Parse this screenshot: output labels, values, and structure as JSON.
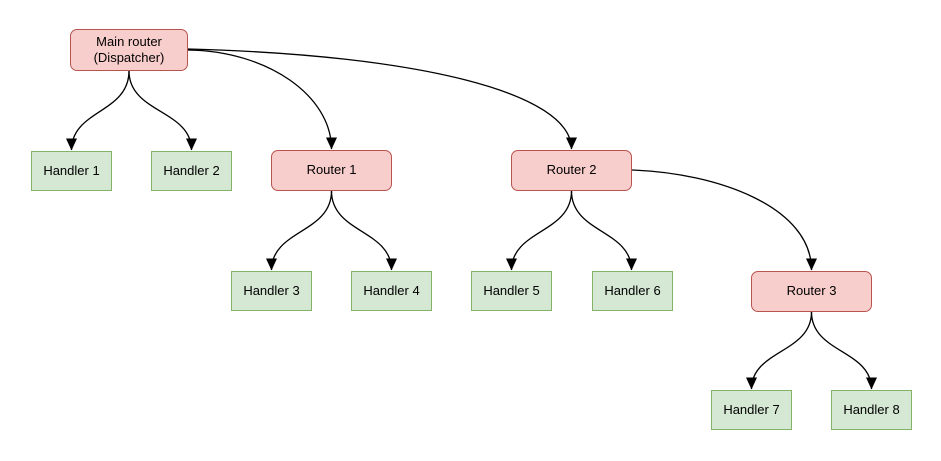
{
  "diagram": {
    "type": "flowchart-tree",
    "background": "#ffffff",
    "colors": {
      "router_fill": "#f8cecc",
      "router_stroke": "#b85450",
      "handler_fill": "#d5e8d4",
      "handler_stroke": "#82b366",
      "edge_stroke": "#000000",
      "text": "#000000"
    },
    "nodes": [
      {
        "id": "main-router",
        "label": "Main router (Dispatcher)",
        "type": "router"
      },
      {
        "id": "handler-1",
        "label": "Handler 1",
        "type": "handler"
      },
      {
        "id": "handler-2",
        "label": "Handler 2",
        "type": "handler"
      },
      {
        "id": "router-1",
        "label": "Router 1",
        "type": "router"
      },
      {
        "id": "router-2",
        "label": "Router 2",
        "type": "router"
      },
      {
        "id": "handler-3",
        "label": "Handler 3",
        "type": "handler"
      },
      {
        "id": "handler-4",
        "label": "Handler 4",
        "type": "handler"
      },
      {
        "id": "handler-5",
        "label": "Handler 5",
        "type": "handler"
      },
      {
        "id": "handler-6",
        "label": "Handler 6",
        "type": "handler"
      },
      {
        "id": "router-3",
        "label": "Router 3",
        "type": "router"
      },
      {
        "id": "handler-7",
        "label": "Handler 7",
        "type": "handler"
      },
      {
        "id": "handler-8",
        "label": "Handler 8",
        "type": "handler"
      }
    ],
    "edges": [
      {
        "from": "main-router",
        "to": "handler-1"
      },
      {
        "from": "main-router",
        "to": "handler-2"
      },
      {
        "from": "main-router",
        "to": "router-1"
      },
      {
        "from": "main-router",
        "to": "router-2"
      },
      {
        "from": "router-1",
        "to": "handler-3"
      },
      {
        "from": "router-1",
        "to": "handler-4"
      },
      {
        "from": "router-2",
        "to": "handler-5"
      },
      {
        "from": "router-2",
        "to": "handler-6"
      },
      {
        "from": "router-2",
        "to": "router-3"
      },
      {
        "from": "router-3",
        "to": "handler-7"
      },
      {
        "from": "router-3",
        "to": "handler-8"
      }
    ]
  }
}
